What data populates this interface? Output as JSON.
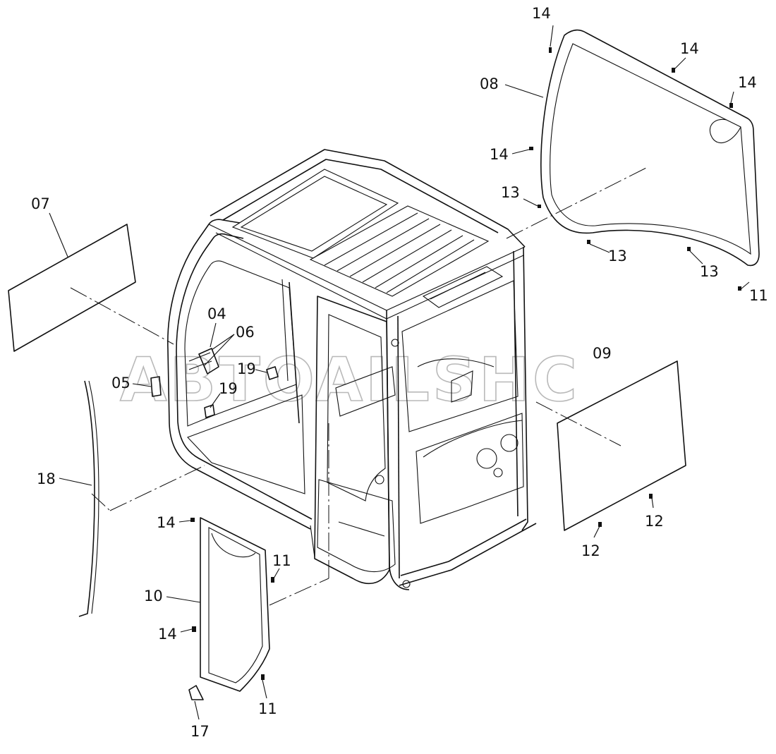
{
  "watermark": "ABTOAILSHC",
  "callouts": {
    "c04": "04",
    "c05": "05",
    "c06": "06",
    "c07": "07",
    "c08": "08",
    "c09": "09",
    "c10": "10",
    "c11a": "11",
    "c11b": "11",
    "c11c": "11",
    "c12a": "12",
    "c12b": "12",
    "c13a": "13",
    "c13b": "13",
    "c13c": "13",
    "c14a": "14",
    "c14b": "14",
    "c14c": "14",
    "c14d": "14",
    "c14e": "14",
    "c14f": "14",
    "c17": "17",
    "c18": "18",
    "c19a": "19",
    "c19b": "19"
  }
}
